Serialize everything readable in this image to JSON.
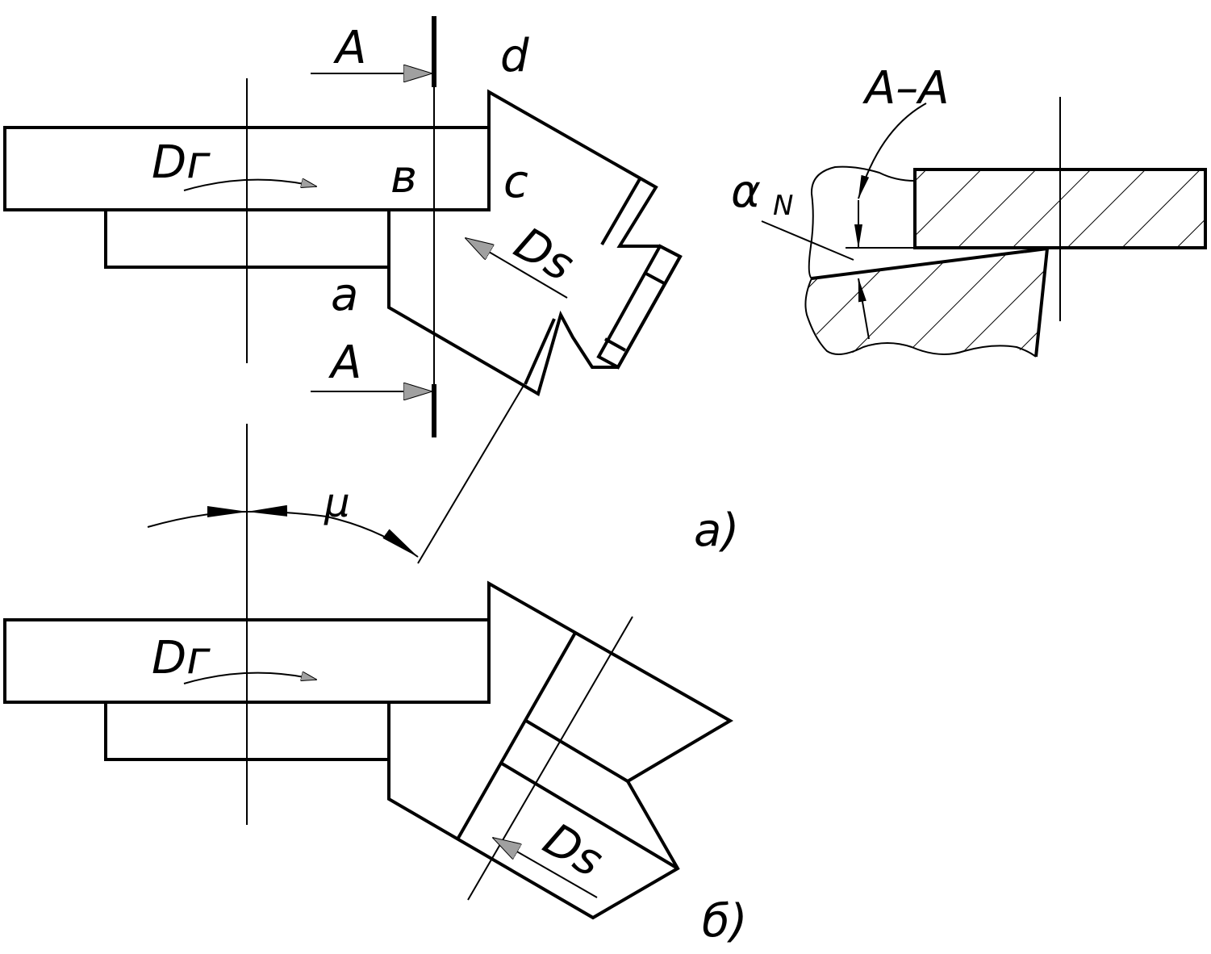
{
  "labels": {
    "section_mark_top": "A",
    "section_mark_bottom": "A",
    "point_d": "d",
    "point_b": "в",
    "point_c": "c",
    "point_a": "a",
    "motion_dr_top": "Dг",
    "motion_ds_top": "Ds",
    "angle_mu": "μ",
    "view_a": "а)",
    "section_title": "А–А",
    "angle_alpha": "α",
    "angle_alpha_sub": "N",
    "motion_dr_bottom": "Dг",
    "motion_ds_bottom": "Ds",
    "view_b": "б)"
  },
  "colors": {
    "ink": "#000000",
    "arrow_fill": "#a0a0a0",
    "background": "#ffffff"
  }
}
